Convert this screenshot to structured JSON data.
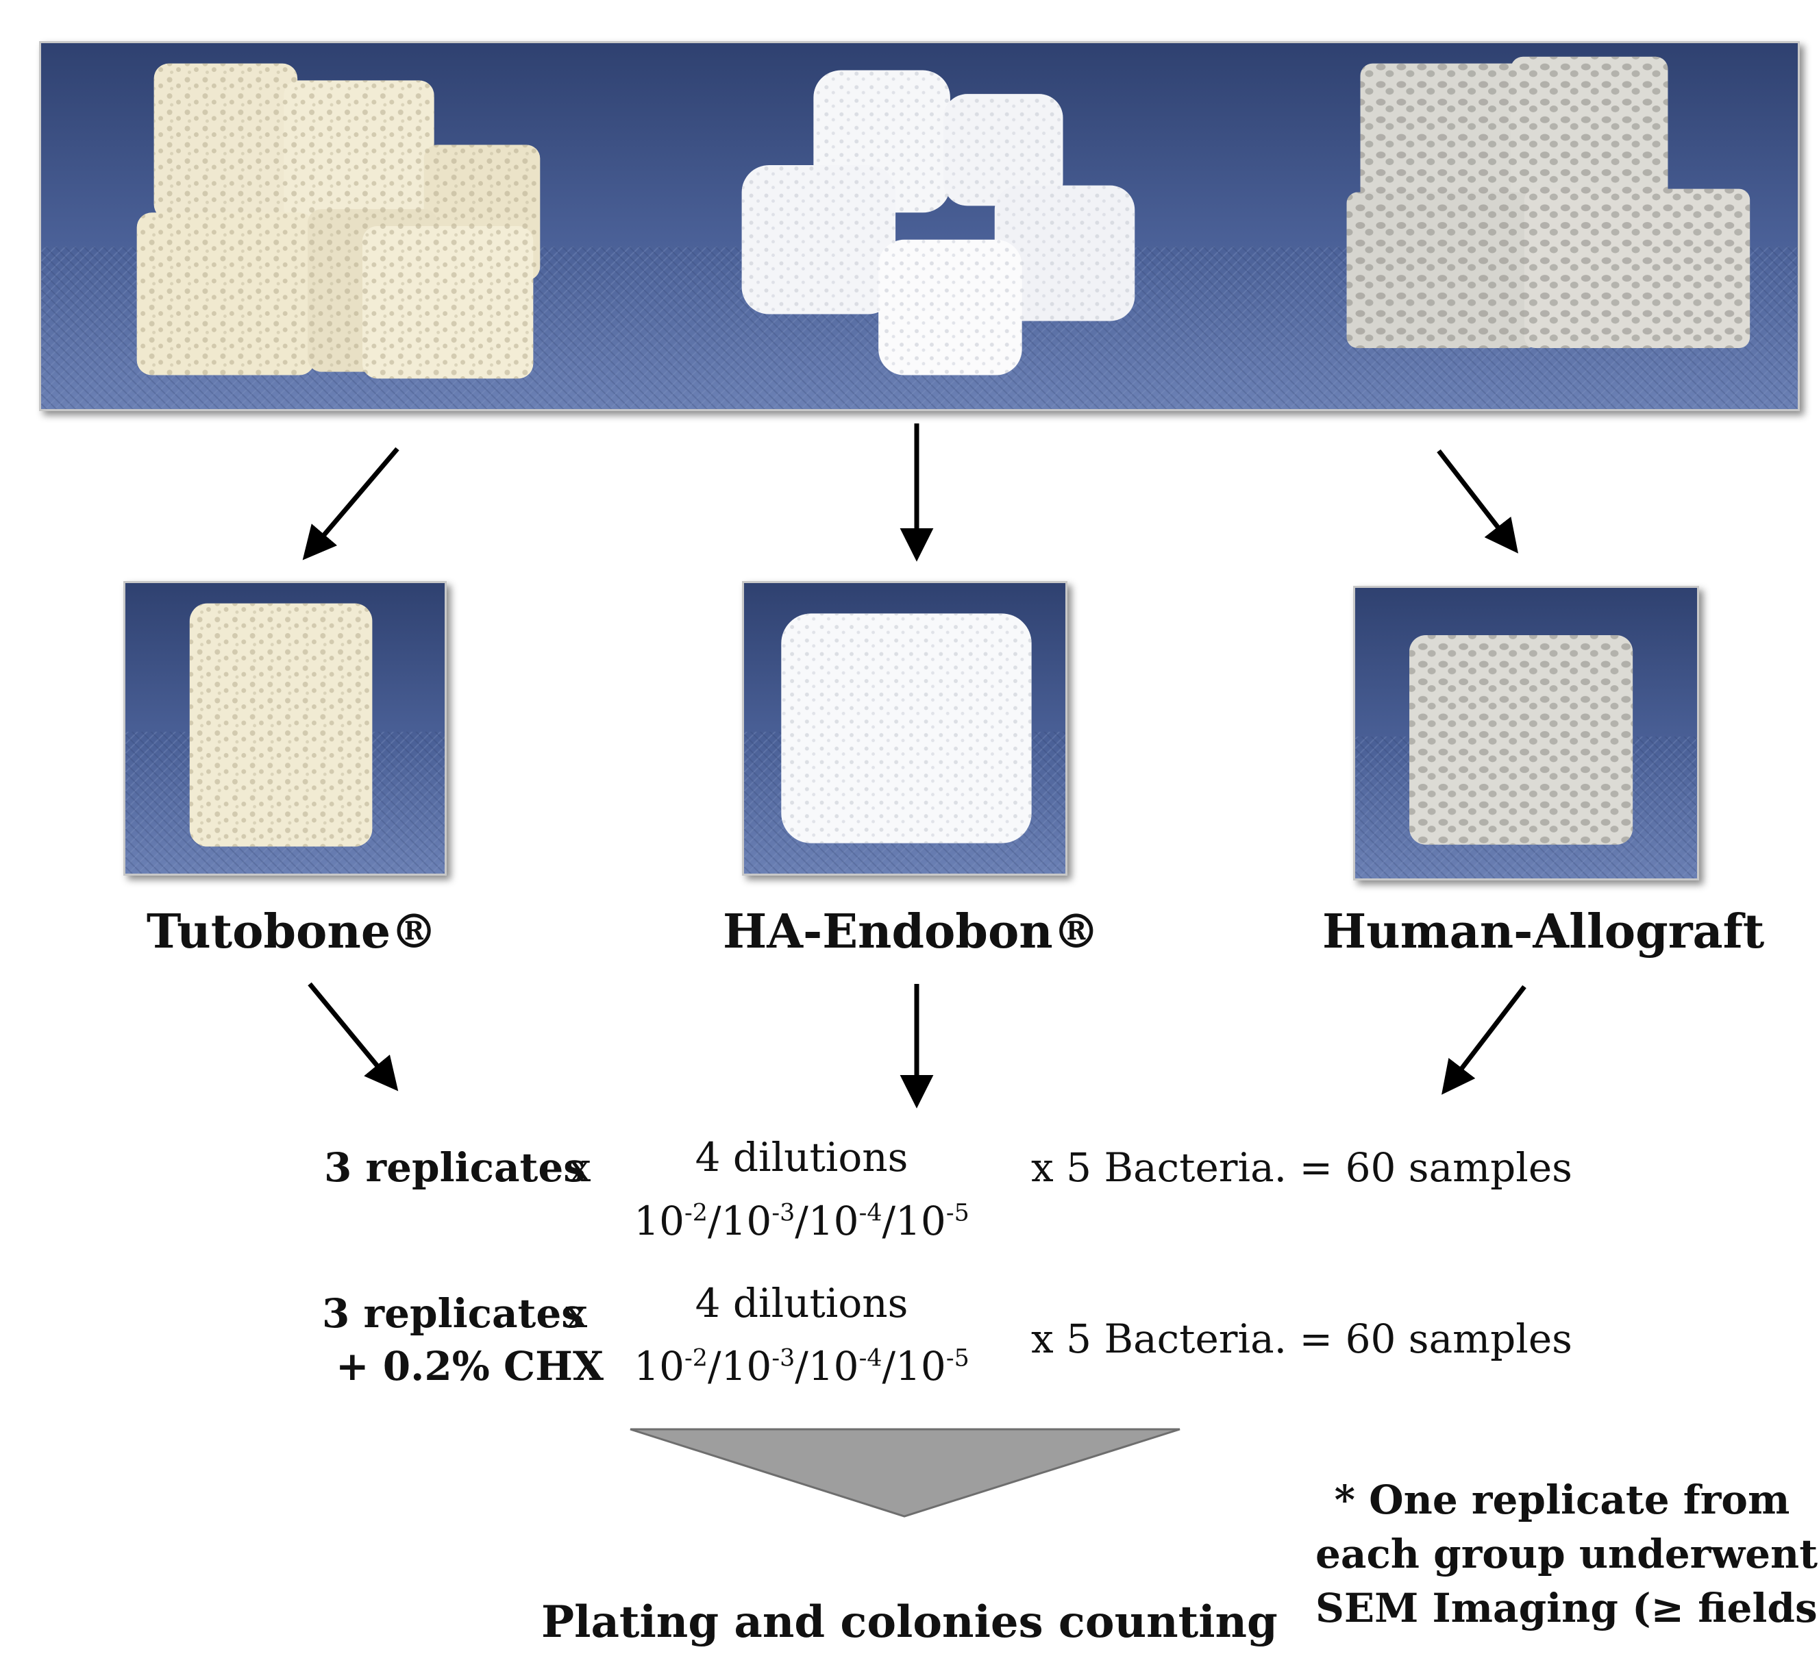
{
  "materials": [
    {
      "name": "Tutobone®"
    },
    {
      "name": "HA-Endobon®"
    },
    {
      "name": "Human-Allograft"
    }
  ],
  "rows": [
    {
      "replicates": "3 replicates",
      "replicates_suffix": "",
      "times1": "x",
      "dilutions_title": "4 dilutions",
      "dilution_base": "10",
      "dilution_exponents": [
        "-2",
        "-3",
        "-4",
        "-5"
      ],
      "bacteria": "x 5 Bacteria. = 60 samples"
    },
    {
      "replicates": "3 replicates",
      "replicates_suffix": "+ 0.2% CHX",
      "times1": "x",
      "dilutions_title": "4 dilutions",
      "dilution_base": "10",
      "dilution_exponents": [
        "-2",
        "-3",
        "-4",
        "-5"
      ],
      "bacteria": "x 5 Bacteria. = 60 samples"
    }
  ],
  "footer": {
    "final_step": "Plating and colonies counting",
    "note_line1": "* One replicate from",
    "note_line2": "each group underwent",
    "note_line3": "SEM Imaging (≥ fields)"
  },
  "colors": {
    "photo_background": "#4a5f94",
    "funnel": "#9e9e9e",
    "arrow": "#000000"
  }
}
